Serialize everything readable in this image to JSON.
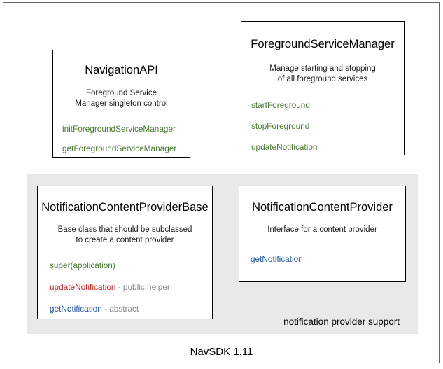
{
  "diagram": {
    "footer_caption": "NavSDK 1.11",
    "group_region": {
      "label": "notification provider support"
    },
    "boxes": [
      {
        "title": "NavigationAPI",
        "desc_line1": "Foreground Service",
        "desc_line2": "Manager singleton control",
        "members": [
          {
            "name": "initForegroundServiceManager",
            "note": "",
            "color": "#4a7a34"
          },
          {
            "name": "getForegroundServiceManager",
            "note": "",
            "color": "#4a7a34"
          }
        ]
      },
      {
        "title": "ForegroundServiceManager",
        "desc_line1": "Manage starting and stopping",
        "desc_line2": "of all foreground services",
        "members": [
          {
            "name": "startForeground",
            "note": "",
            "color": "#4a7a34"
          },
          {
            "name": "stopForeground",
            "note": "",
            "color": "#4a7a34"
          },
          {
            "name": "updateNotification",
            "note": "",
            "color": "#4a7a34"
          }
        ]
      },
      {
        "title": "NotificationContentProviderBase",
        "desc_line1": "Base class that should be subclassed",
        "desc_line2": "to create a content provider",
        "members": [
          {
            "name": "super(application)",
            "note": "",
            "color": "#4a7a34"
          },
          {
            "name": "updateNotification",
            "note": " - public helper",
            "color": "#cc2222"
          },
          {
            "name": "getNotification",
            "note": " - abstract",
            "color": "#2257a8"
          }
        ]
      },
      {
        "title": "NotificationContentProvider",
        "desc_line1": "Interface for a content provider",
        "desc_line2": "",
        "members": [
          {
            "name": "getNotification",
            "note": "",
            "color": "#2257a8"
          }
        ]
      }
    ]
  },
  "colors": {
    "method_green": "#4a7a34",
    "method_red": "#cc2222",
    "method_blue": "#2257a8",
    "note_gray": "#8a8a8a",
    "group_fill": "#e9e9e9",
    "frame_border": "#666666"
  }
}
